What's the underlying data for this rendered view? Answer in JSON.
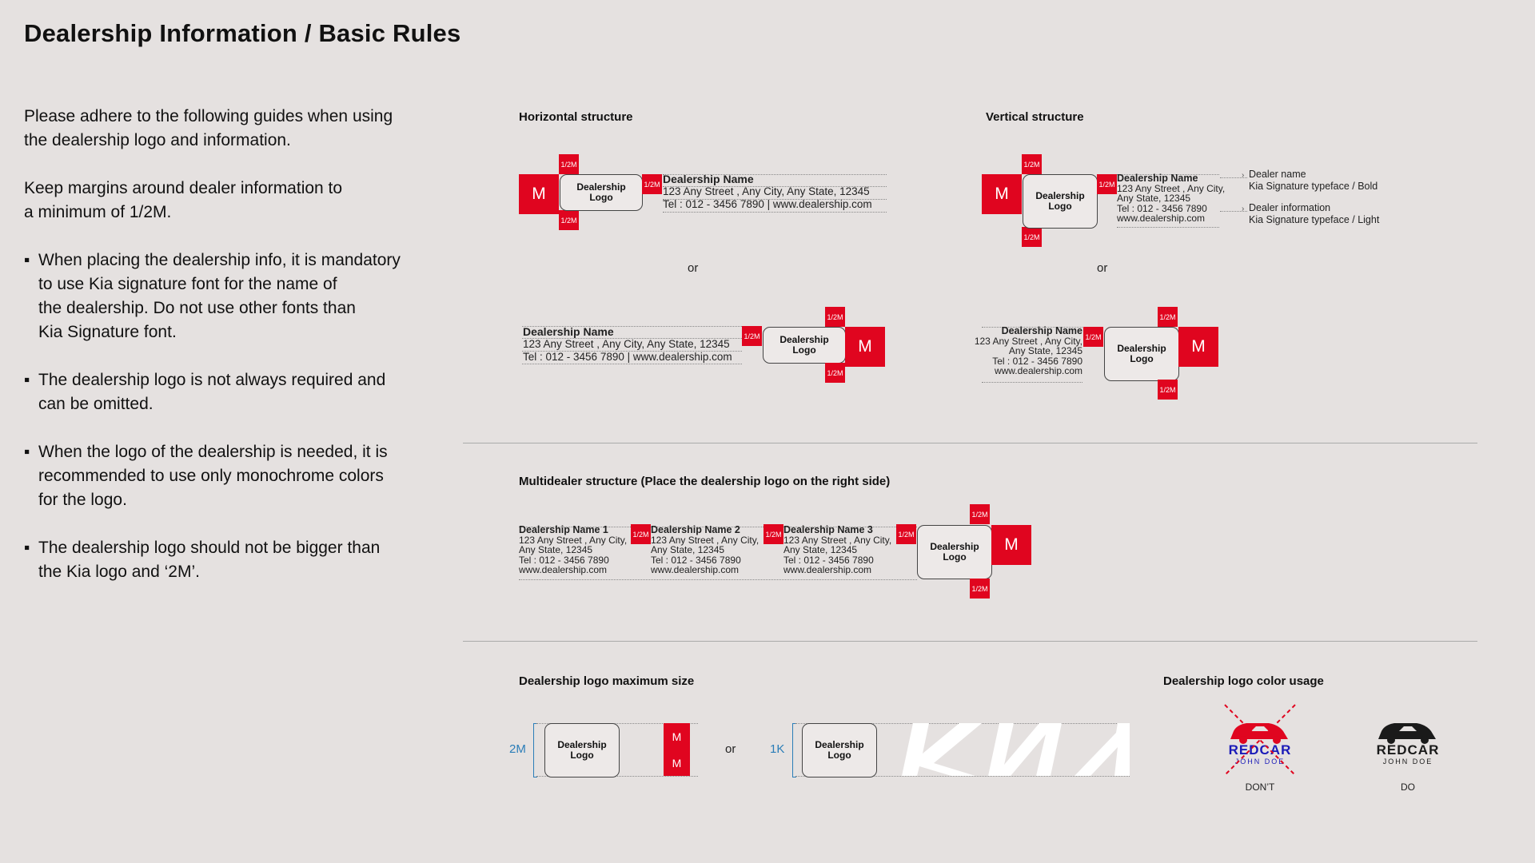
{
  "title": "Dealership Information / Basic Rules",
  "intro": {
    "p1_line1": "Please adhere to the following guides when using",
    "p1_line2": "the dealership logo and information.",
    "p2_line1": "Keep margins around dealer information to",
    "p2_line2": "a minimum of 1/2M."
  },
  "bullets": [
    "When placing the dealership info, it is mandatory\n to use Kia signature font for the name of\nthe dealership. Do not use other fonts than\nKia Signature font.",
    "The dealership logo is not always required and\ncan be omitted.",
    "When the logo of the dealership is needed, it is\nrecommended to use only monochrome colors\nfor the logo.",
    "The dealership logo should not be bigger than\nthe Kia logo and ‘2M’."
  ],
  "bullet_symbol": "▪",
  "labels": {
    "horizontal": "Horizontal structure",
    "vertical": "Vertical structure",
    "multi": "Multidealer structure (Place the dealership logo on the right side)",
    "maxsize": "Dealership logo maximum size",
    "color": "Dealership logo color usage",
    "or": "or",
    "m": "M",
    "half": "1/2M",
    "logo_line1": "Dealership",
    "logo_line2": "Logo",
    "size_2m": "2M",
    "size_1k": "1K"
  },
  "dealer": {
    "name": "Dealership Name",
    "address": "123 Any Street , Any City, Any State, 12345",
    "tel_web": "Tel : 012 - 3456 7890 | www.dealership.com",
    "addr_1": "123 Any Street , Any City,",
    "addr_2": "Any State, 12345",
    "tel": "Tel : 012 - 3456 7890",
    "web": "www.dealership.com"
  },
  "multi_names": [
    "Dealership Name 1",
    "Dealership Name 2",
    "Dealership Name 3"
  ],
  "annotations": {
    "a1": "Dealer name",
    "a2": "Kia Signature typeface / Bold",
    "a3": "Dealer information",
    "a4": "Kia Signature typeface / Light"
  },
  "color_usage": {
    "brand": "REDCAR",
    "sub": "JOHN DOE",
    "dont": "DON’T",
    "do": "DO"
  },
  "colors": {
    "kia_red": "#e0051f",
    "background": "#e5e1e0",
    "accent_blue": "#2a7db8",
    "dont_blue": "#1a1ab8"
  },
  "icons": [
    "car-icon",
    "cross-mark-icon",
    "kia-logo-icon"
  ]
}
